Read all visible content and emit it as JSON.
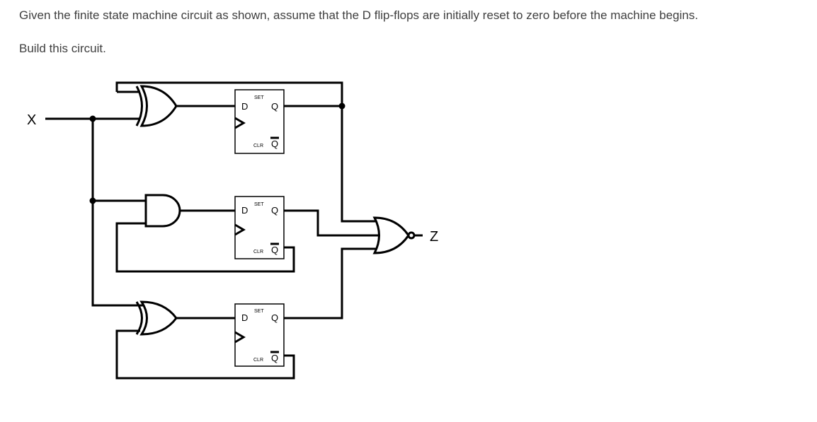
{
  "question": {
    "line1": "Given the finite state machine circuit as shown, assume that the D flip-flops are initially reset to zero before the machine begins.",
    "line2": "Build this circuit."
  },
  "circuit": {
    "input_label": "X",
    "output_label": "Z",
    "flipflops": [
      {
        "d": "D",
        "set": "SET",
        "q": "Q",
        "clr": "CLR",
        "qbar": "Q"
      },
      {
        "d": "D",
        "set": "SET",
        "q": "Q",
        "clr": "CLR",
        "qbar": "Q"
      },
      {
        "d": "D",
        "set": "SET",
        "q": "Q",
        "clr": "CLR",
        "qbar": "Q"
      }
    ]
  }
}
